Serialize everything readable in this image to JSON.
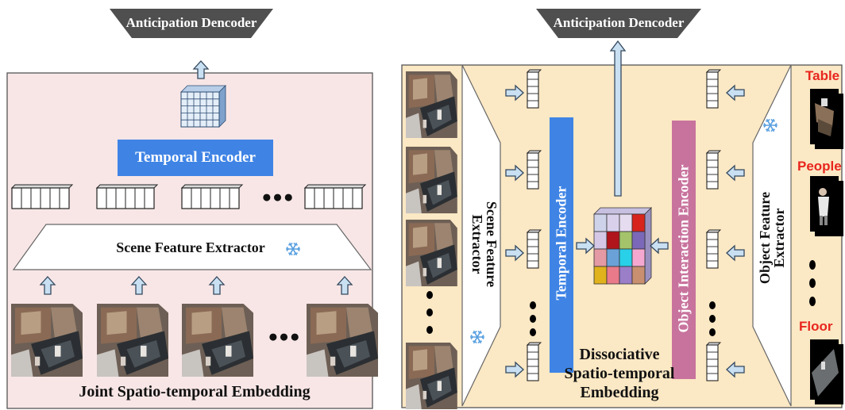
{
  "left_panel": {
    "decoder_label": "Anticipation Dencoder",
    "temporal_encoder_label": "Temporal Encoder",
    "scene_extractor_label": "Scene Feature Extractor",
    "caption": "Joint Spatio-temporal Embedding",
    "ellipsis": "●●●"
  },
  "right_panel": {
    "decoder_label": "Anticipation Dencoder",
    "scene_extractor_label": "Scene Feature Extractor",
    "temporal_encoder_label": "Temporal Encoder",
    "object_encoder_label": "Object Interaction Encoder",
    "object_extractor_label": "Object Feature Extractor",
    "caption_line1": "Dissociative",
    "caption_line2": "Spatio-temporal",
    "caption_line3": "Embedding",
    "objects": [
      "Table",
      "People",
      "Floor"
    ]
  },
  "colors": {
    "left_panel_bg": "#f8e6e6",
    "right_panel_bg": "#fbe8c4",
    "decoder_fill": "#4f4f4f",
    "temporal_encoder": "#3f84e5",
    "object_encoder": "#c8739d",
    "object_label": "#e8261e",
    "arrow_fill": "#c9dff2",
    "arrow_stroke": "#34495e",
    "snowflake": "#5aa0e0"
  },
  "icons": [
    "snowflake-icon",
    "up-arrow-icon",
    "right-arrow-icon",
    "left-arrow-icon",
    "video-frame-icon",
    "feature-vector-icon",
    "feature-grid-icon"
  ]
}
